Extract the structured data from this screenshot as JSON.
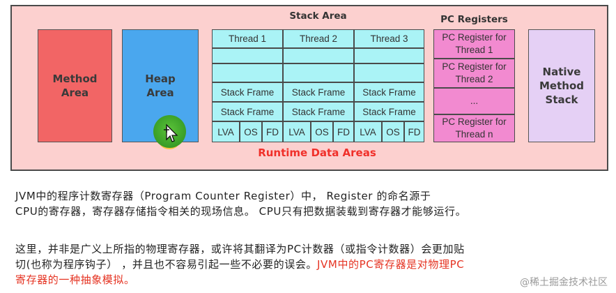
{
  "diagram": {
    "method_area": "Method\nArea",
    "heap_area": "Heap\nArea",
    "stack_area_title": "Stack Area",
    "stack_columns": [
      {
        "thread": "Thread 1",
        "frames": [
          "Stack Frame",
          "Stack Frame"
        ],
        "parts": [
          "LVA",
          "OS",
          "FD"
        ]
      },
      {
        "thread": "Thread 2",
        "frames": [
          "Stack Frame",
          "Stack Frame"
        ],
        "parts": [
          "LVA",
          "OS",
          "FD"
        ]
      },
      {
        "thread": "Thread 3",
        "frames": [
          "Stack Frame",
          "Stack Frame"
        ],
        "parts": [
          "LVA",
          "OS",
          "FD"
        ]
      }
    ],
    "pc_registers_title": "PC Registers",
    "pc_registers": [
      "PC Register for\nThread 1",
      "PC Register for\nThread 2",
      "...",
      "PC Register for\nThread n"
    ],
    "native_method_stack": "Native\nMethod\nStack",
    "runtime_label": "Runtime Data Areas"
  },
  "text": {
    "p1_line1": "JVM中的程序计数寄存器（Program Counter Register）中， Register 的命名源于",
    "p1_line2": "CPU的寄存器，寄存器存储指令相关的现场信息。 CPU只有把数据装载到寄存器才能够运行。",
    "p2_line1": "这里，并非是广义上所指的物理寄存器，或许将其翻译为PC计数器（或指令计数器）会更加贴",
    "p2_line2_normal": "切(也称为程序钩子） ，并且也不容易引起一些不必要的误会。",
    "p2_line2_red": "JVM中的PC寄存器是对物理PC",
    "p2_line3_red": "寄存器的一种抽象模拟。"
  },
  "watermark": "@稀土掘金技术社区",
  "colors": {
    "outer_bg": "#fcd0cf",
    "method_area": "#f26565",
    "heap_area": "#4aa7ee",
    "stack_cells": "#aaf3f6",
    "pc_cells": "#f28ad0",
    "native_stack": "#e5d0f5",
    "highlight_red": "#e53322"
  }
}
